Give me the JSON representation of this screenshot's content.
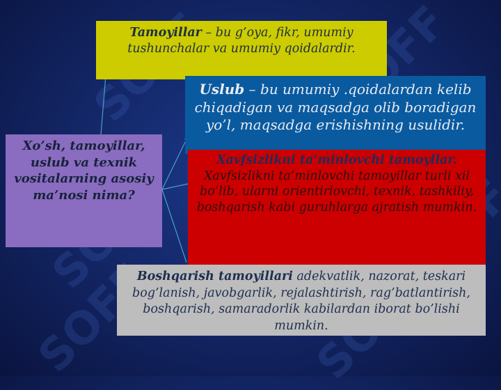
{
  "watermark": "SOFF",
  "colors": {
    "background": "#14286a",
    "tamoyillar_box": "#cccc00",
    "uslub_box": "#0a5aa0",
    "xavfsizlik_box": "#cc0000",
    "boshqarish_box": "#bdbdbd",
    "question_box": "#8a6cc0",
    "connector_line": "#4aa0c8"
  },
  "boxes": {
    "tamoyillar": {
      "term": "Tamoyillar",
      "text": " – bu g’oya, fikr, umumiy tushunchalar va umumiy qoidalardir."
    },
    "uslub": {
      "term": "Uslub",
      "text": " – bu umumiy .qoidalardan kelib chiqadigan va maqsadga olib boradigan yo’l, maqsadga erishishning usulidir."
    },
    "xavfsizlik": {
      "term": "Xavfsizlikni ta’minlovchi tamoyllar.",
      "text": " Xavfsizlikni ta’minlovchi tamoyillar turli xil bo’lib, ularni orientirlovchi, texnik, tashkiliy, boshqarish kabi guruhlarga ajratish mumkin."
    },
    "boshqarish": {
      "term": "Boshqarish tamoyillari",
      "text": " adekvatlik, nazorat, teskari bog’lanish, javobgarlik, rejalashtirish, rag’batlantirish, boshqarish, samaradorlik kabilardan iborat bo’lishi mumkin."
    },
    "question": {
      "text": "Xo’sh, tamoyillar, uslub va texnik vositalarning asosiy ma’nosi nima?"
    }
  }
}
